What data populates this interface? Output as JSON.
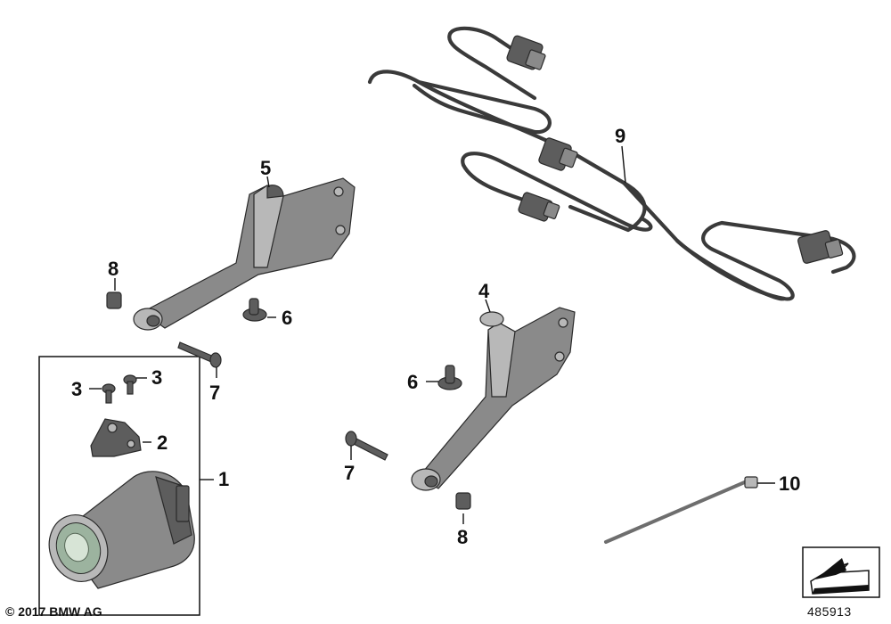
{
  "callouts": {
    "c1": "1",
    "c2": "2",
    "c3a": "3",
    "c3b": "3",
    "c4": "4",
    "c5": "5",
    "c6a": "6",
    "c6b": "6",
    "c7a": "7",
    "c7b": "7",
    "c8a": "8",
    "c8b": "8",
    "c9": "9",
    "c10": "10"
  },
  "footer": {
    "copyright": "© 2017 BMW AG",
    "reference": "485913"
  },
  "icons": {
    "orientation": "arrow-orientation-icon"
  }
}
